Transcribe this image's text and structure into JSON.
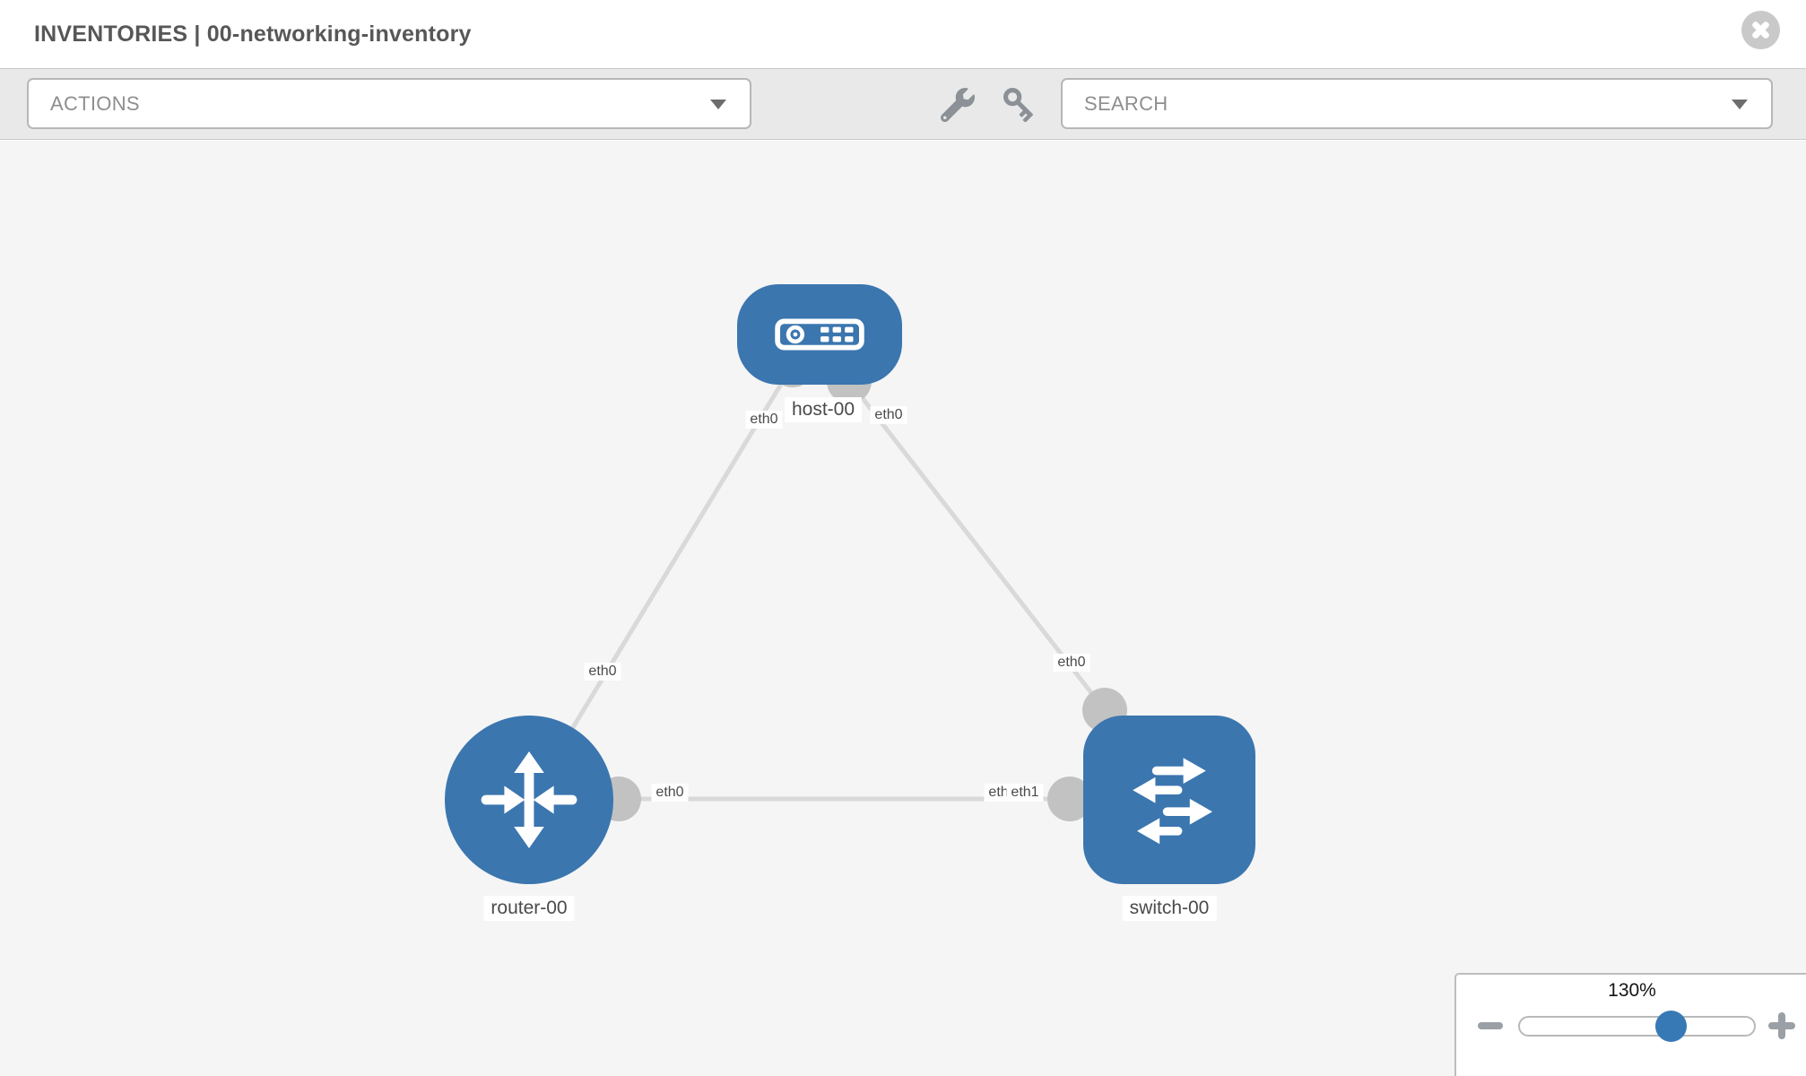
{
  "header": {
    "title": "INVENTORIES | 00-networking-inventory"
  },
  "toolbar": {
    "actions": {
      "label": "ACTIONS"
    },
    "search": {
      "placeholder": "SEARCH"
    },
    "icons": {
      "left": "wrench-icon",
      "right": "key-icon"
    }
  },
  "topology": {
    "nodes": [
      {
        "id": "host-00",
        "type": "host",
        "label": "host-00"
      },
      {
        "id": "router-00",
        "type": "router",
        "label": "router-00"
      },
      {
        "id": "switch-00",
        "type": "switch",
        "label": "switch-00"
      }
    ],
    "links": [
      {
        "from": "host-00",
        "to": "router-00",
        "from_if": "eth0",
        "to_if": "eth0"
      },
      {
        "from": "host-00",
        "to": "switch-00",
        "from_if": "eth0",
        "to_if": "eth0"
      },
      {
        "from": "router-00",
        "to": "switch-00",
        "from_if": "eth0",
        "to_if": "eth1",
        "to_if_overlapped": "eth0"
      }
    ]
  },
  "zoom_control": {
    "level": "130%"
  },
  "colors": {
    "node_blue": "#3b76af",
    "slider_handle_blue": "#3779b5",
    "link_gray": "#d9d9d9",
    "port_gray": "#c2c2c2",
    "toolbar_bg": "#e9e9e9",
    "canvas_bg": "#f5f5f5"
  }
}
